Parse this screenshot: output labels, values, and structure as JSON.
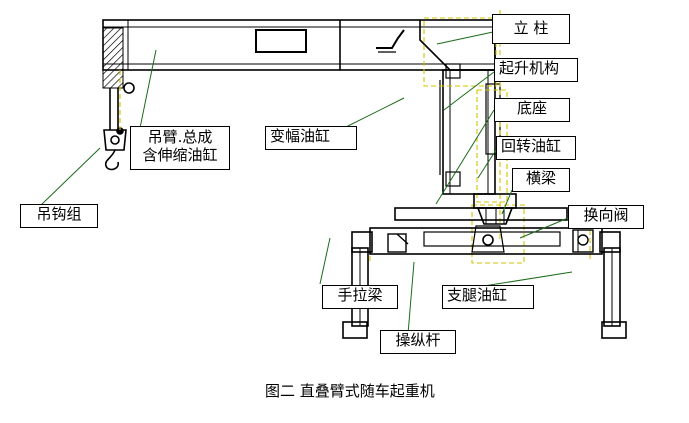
{
  "labels": {
    "lizhu": "立  柱",
    "qisheng": "起升机构",
    "dizuo": "底座",
    "huizhuan": "回转油缸",
    "hengliang": "横梁",
    "huanxiang": "换向阀",
    "zhitui": "支腿油缸",
    "caozong": "操纵杆",
    "shoula": "手拉梁",
    "biankfu": "变幅油缸",
    "diaobi_line1": "吊臂.总成",
    "diaobi_line2": "含伸缩油缸",
    "diaogou": "吊钩组"
  },
  "caption": "图二  直叠臂式随车起重机",
  "colors": {
    "outline": "#000000",
    "leader": "#1a6b1a",
    "hidden": "#d4c400"
  }
}
